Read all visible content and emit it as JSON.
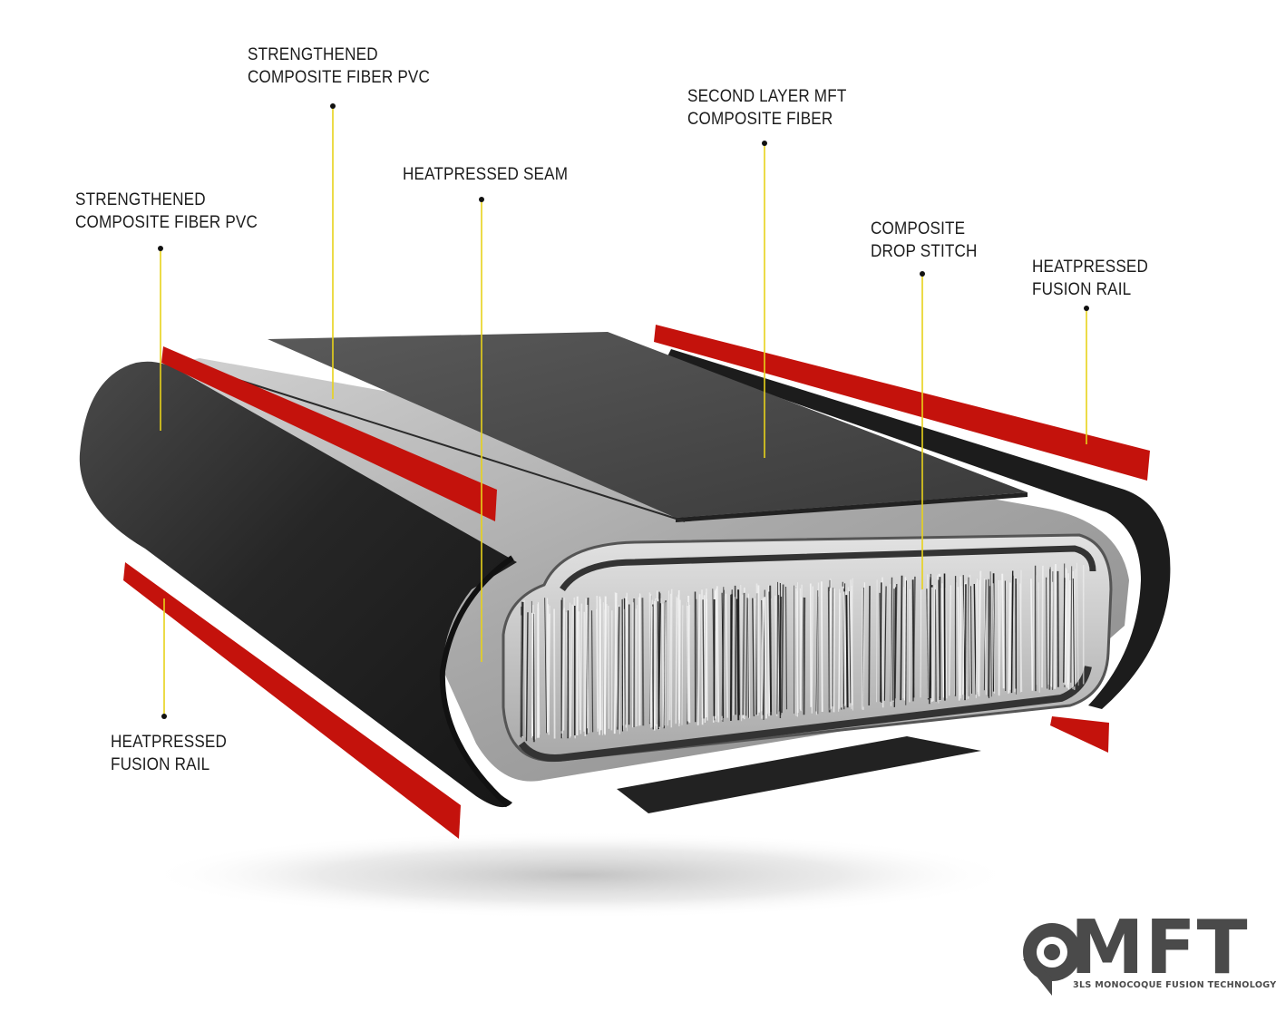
{
  "labels": [
    {
      "id": "pvc-left",
      "lines": [
        "STRENGTHENED",
        "COMPOSITE FIBER PVC"
      ]
    },
    {
      "id": "pvc-top",
      "lines": [
        "STRENGTHENED",
        "COMPOSITE FIBER PVC"
      ]
    },
    {
      "id": "seam",
      "lines": [
        "HEATPRESSED SEAM"
      ]
    },
    {
      "id": "second-layer",
      "lines": [
        "SECOND LAYER MFT",
        "COMPOSITE FIBER"
      ]
    },
    {
      "id": "drop-stitch",
      "lines": [
        "COMPOSITE",
        "DROP STITCH"
      ]
    },
    {
      "id": "rail-right",
      "lines": [
        "HEATPRESSED",
        "FUSION RAIL"
      ]
    },
    {
      "id": "rail-left",
      "lines": [
        "HEATPRESSED",
        "FUSION RAIL"
      ]
    }
  ],
  "logo": {
    "word": "MFT",
    "tagline": "3LS MONOCOQUE FUSION TECHNOLOGY"
  },
  "colors": {
    "rail_red": "#c4120c",
    "pvc_dark": "#2b2b2b",
    "pvc_grey": "#9a9a9a",
    "leader_yellow": "#e8d21a",
    "stitch_white": "#f2f2f2",
    "logo_grey": "#4a4a4a"
  }
}
